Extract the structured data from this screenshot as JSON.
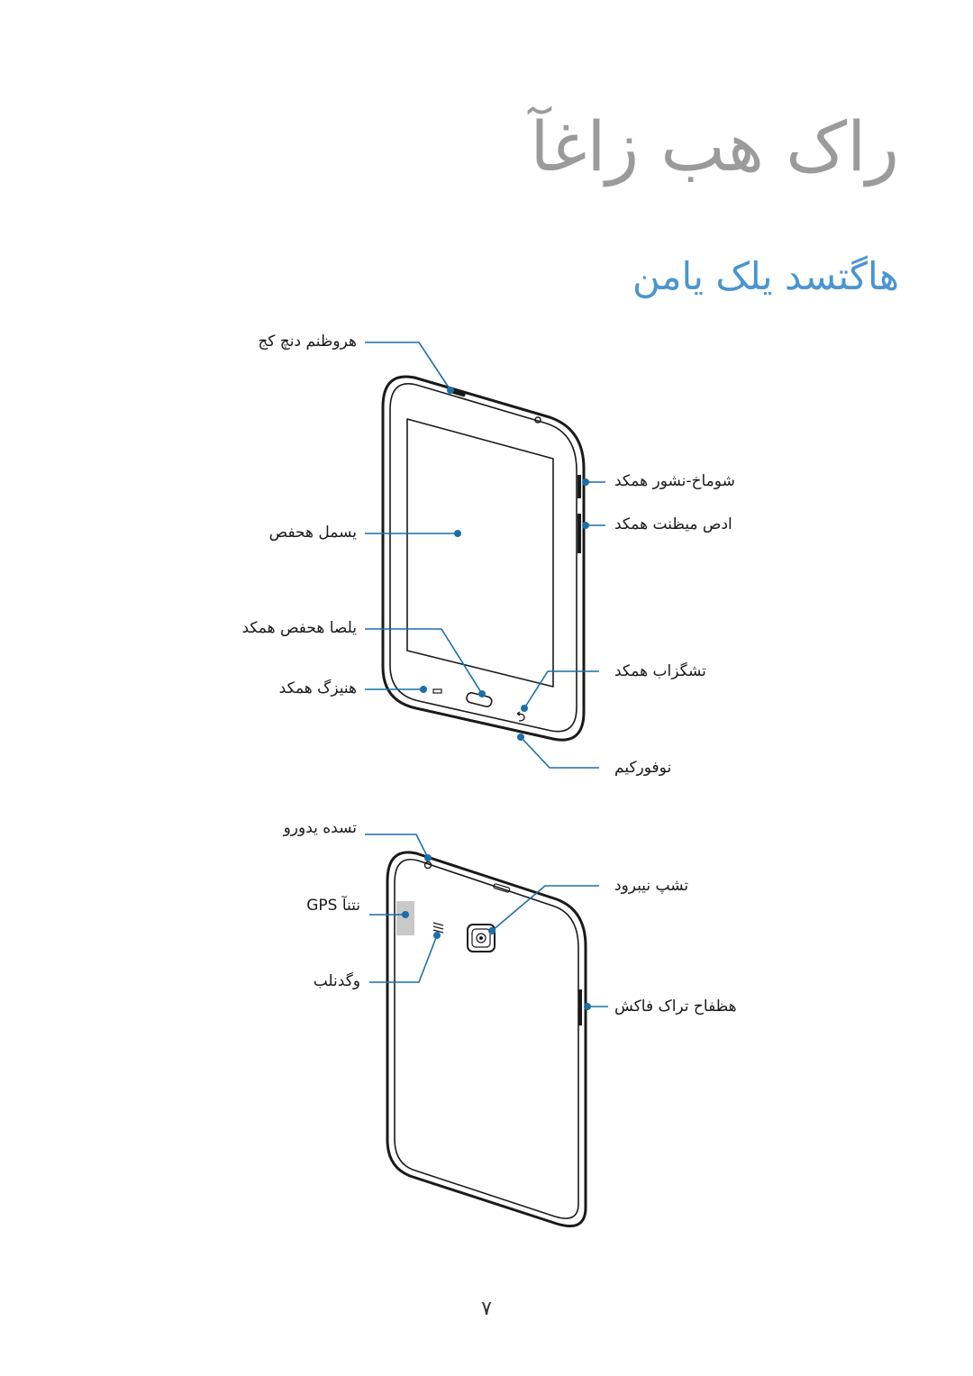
{
  "chapter_title": "راک هب زاغآ",
  "section_title": "هاگتسد یلک یامن",
  "front_labels": {
    "earpiece": "هروظنم دنچ کج",
    "touch_screen": "یسمل هحفص",
    "home_key": "یلصا هحفص همکد",
    "menu_key": "هنیزگ همکد",
    "power_key": "شوماخ-نشور همکد",
    "volume_key": "ادص میظنت همکد",
    "back_key": "تشگزاب همکد",
    "microphone": "نوفورکیم"
  },
  "back_labels": {
    "headset_jack": "تسده یدورو",
    "gps_antenna": "GPS نتنآ",
    "speaker": "وگدنلب",
    "rear_camera": "تشپ نیبرود",
    "memory_card_slot": "هظفاح تراک فاکش"
  },
  "page_number": "۷",
  "colors": {
    "chapter_title": "#9b9b9b",
    "section_title": "#4a95d0",
    "callout": "#1c6fa8"
  }
}
